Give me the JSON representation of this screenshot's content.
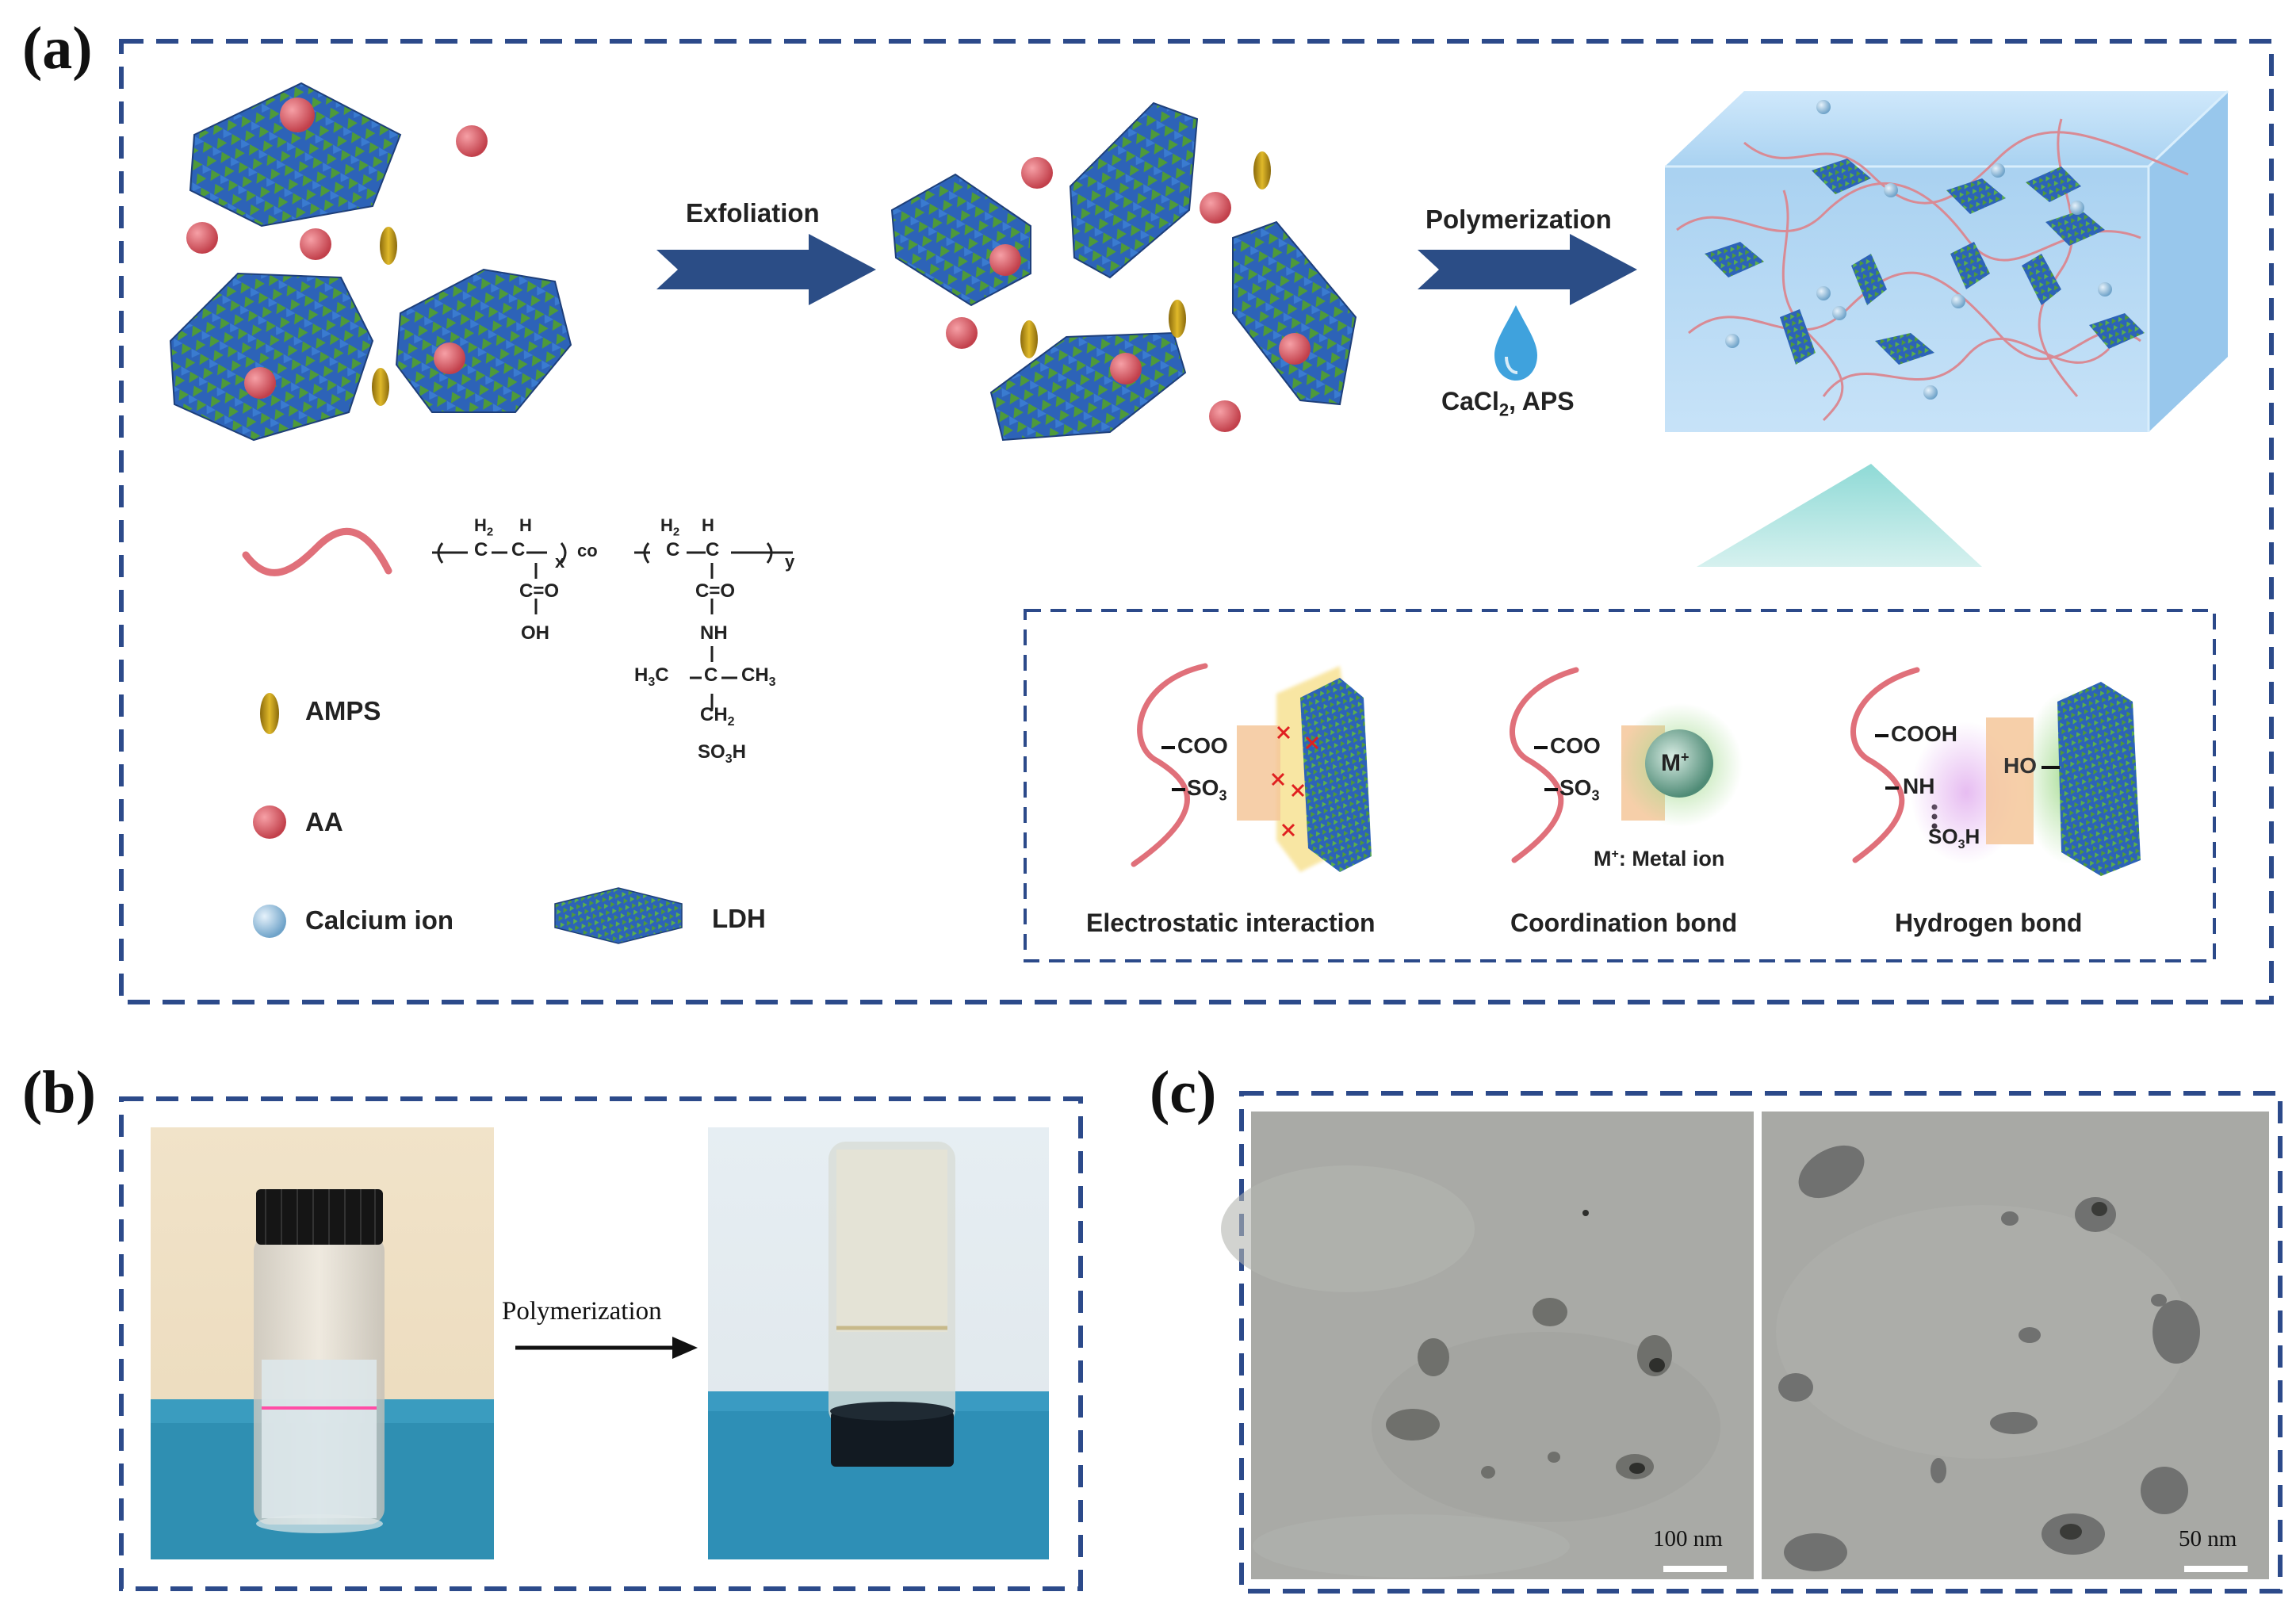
{
  "panels": {
    "a": "(a)",
    "b": "(b)",
    "c": "(c)"
  },
  "panel_a": {
    "step1_label": "Exfoliation",
    "step2_label": "Polymerization",
    "reagents": {
      "main": "CaCl",
      "subscript": "2",
      "tail": ", APS"
    },
    "formula": {
      "co": "co",
      "x": "x",
      "y": "y",
      "h2_left": "H",
      "h2_left_sub": "2",
      "h_left": "H",
      "h2_right": "H",
      "h2_right_sub": "2",
      "h_right": "H",
      "c": "C",
      "co_group": "C=O",
      "oh": "OH",
      "nh": "NH",
      "h3c": "H",
      "h3c_sub": "3",
      "h3c_tail": "C",
      "ch3": "CH",
      "ch3_sub": "3",
      "ch2": "CH",
      "ch2_sub": "2",
      "so3h": "SO",
      "so3h_sub": "3",
      "so3h_tail": "H"
    },
    "legend": {
      "amps": "AMPS",
      "aa": "AA",
      "calcium": "Calcium  ion",
      "ldh": "LDH"
    },
    "interactions": {
      "electrostatic": "Electrostatic interaction",
      "coordination": "Coordination bond",
      "hydrogen": "Hydrogen bond",
      "coo": "COO",
      "so3": "SO",
      "so3_sub": "3",
      "m_plus": "M",
      "m_plus_sup": "+",
      "metal_note_main": "M",
      "metal_note_sup": "+",
      "metal_note_tail": ": Metal ion",
      "cooh": "COOH",
      "nh": "NH",
      "so3h": "SO",
      "so3h_sub": "3",
      "so3h_tail": "H",
      "ho": "HO"
    }
  },
  "panel_b": {
    "arrow_label": "Polymerization"
  },
  "panel_c": {
    "scale_left": "100 nm",
    "scale_right": "50 nm"
  },
  "colors": {
    "frame": "#2c4a8a",
    "arrow": "#2b4d86",
    "chain": "#e0707a",
    "ldh_blue": "#2d63b8",
    "ldh_green": "#4e9a3a",
    "aa": "#d9545e",
    "amps": "#c9a11e",
    "gel": "#a8d4f2"
  }
}
